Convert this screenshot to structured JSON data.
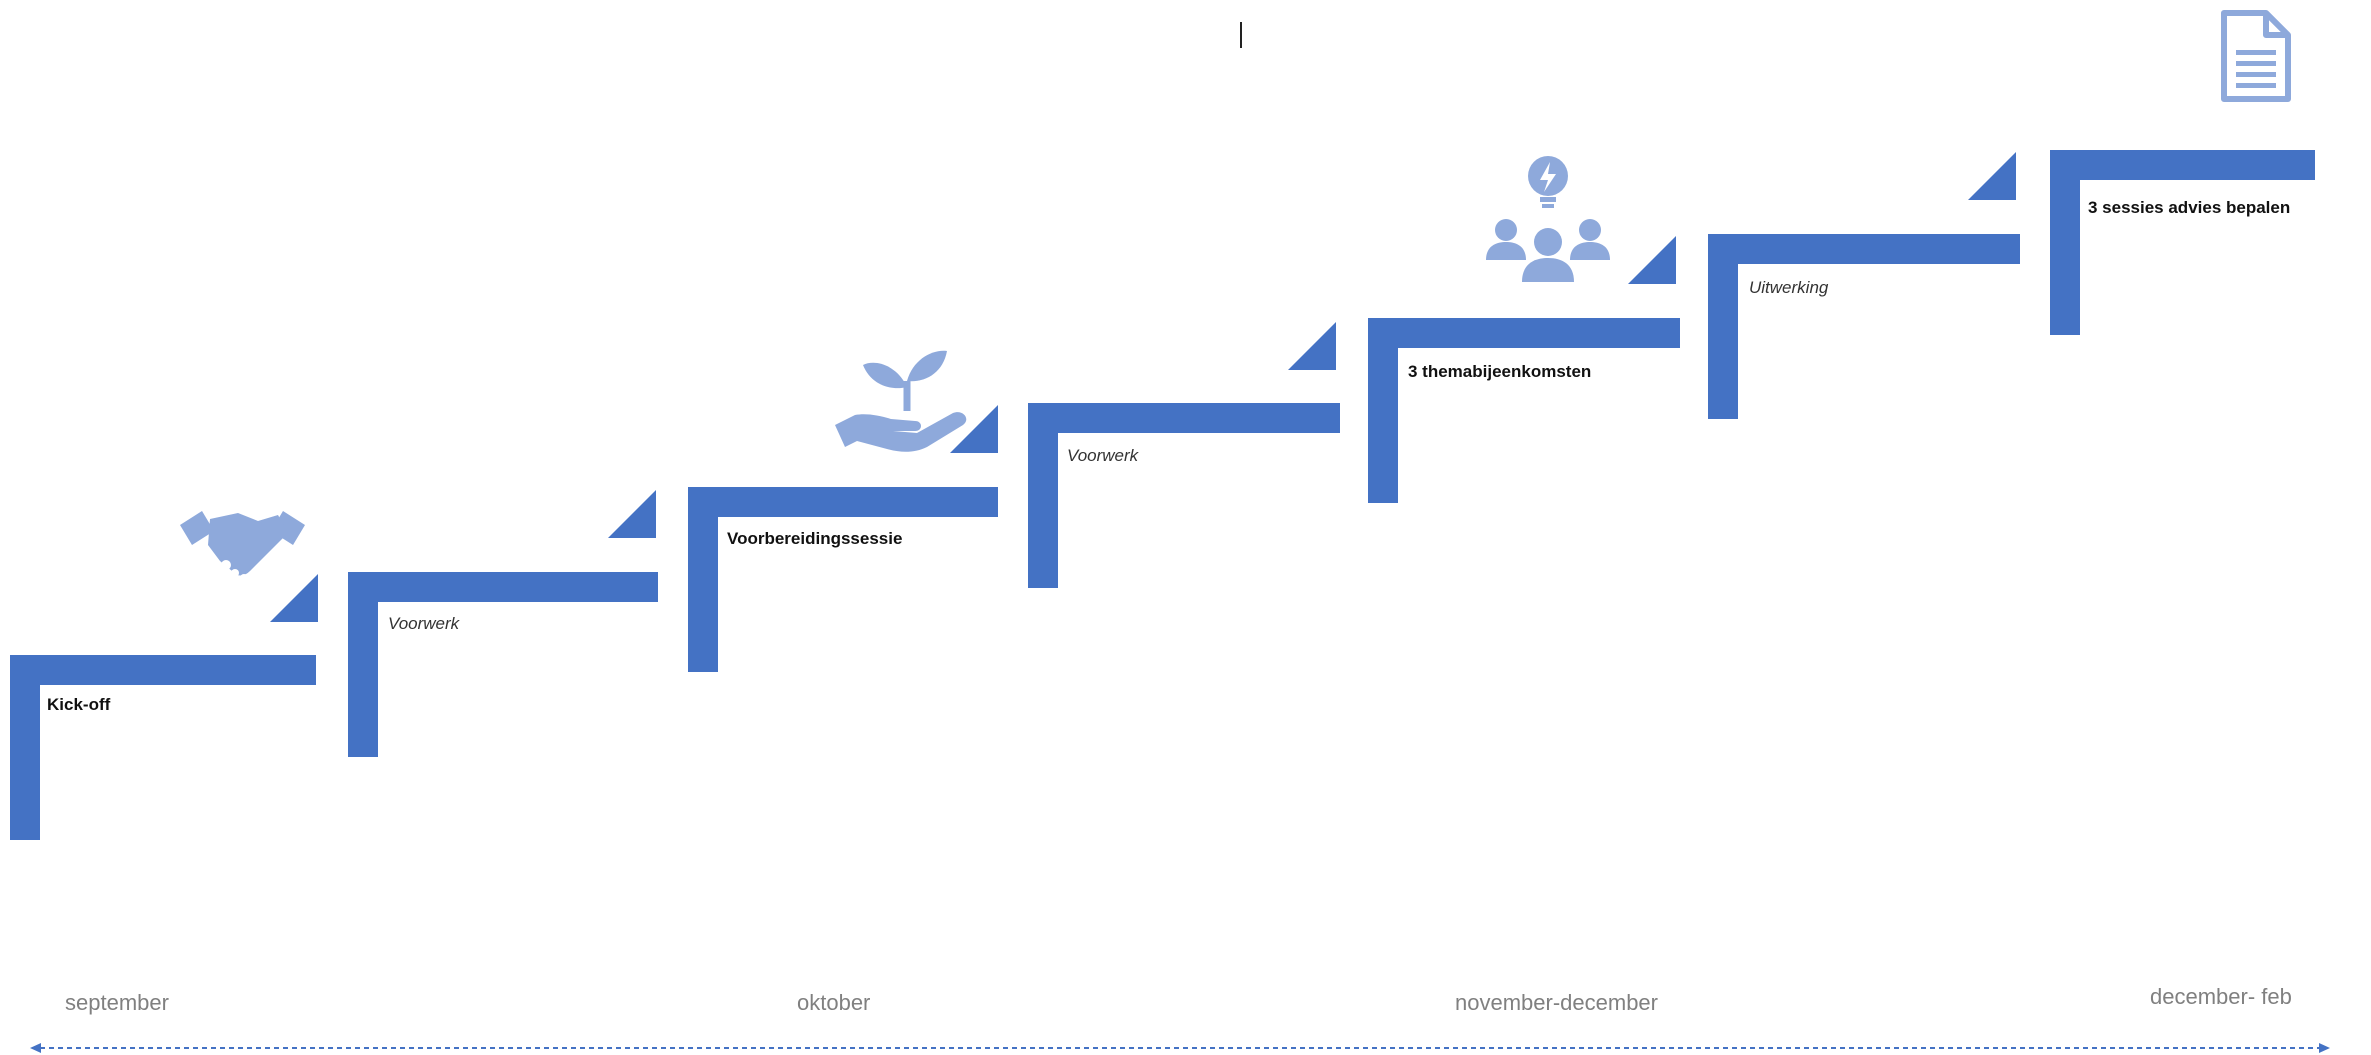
{
  "steps": [
    {
      "label": "Kick-off",
      "style": "bold"
    },
    {
      "label": "Voorwerk",
      "style": "italic"
    },
    {
      "label": "Voorbereidingssessie",
      "style": "bold"
    },
    {
      "label": "Voorwerk",
      "style": "italic"
    },
    {
      "label": "3 themabijeenkomsten",
      "style": "bold"
    },
    {
      "label": "Uitwerking",
      "style": "italic"
    },
    {
      "label": "3 sessies advies bepalen",
      "style": "bold"
    }
  ],
  "icons": [
    "handshake-icon",
    "plant-in-hand-icon",
    "team-idea-icon",
    "document-icon"
  ],
  "timeline": {
    "months": [
      "september",
      "oktober",
      "november-december",
      "december- feb"
    ]
  },
  "colors": {
    "accent": "#4472c4",
    "icon": "#8ea9db",
    "month_text": "#808080",
    "timeline_line": "#4472c4"
  }
}
